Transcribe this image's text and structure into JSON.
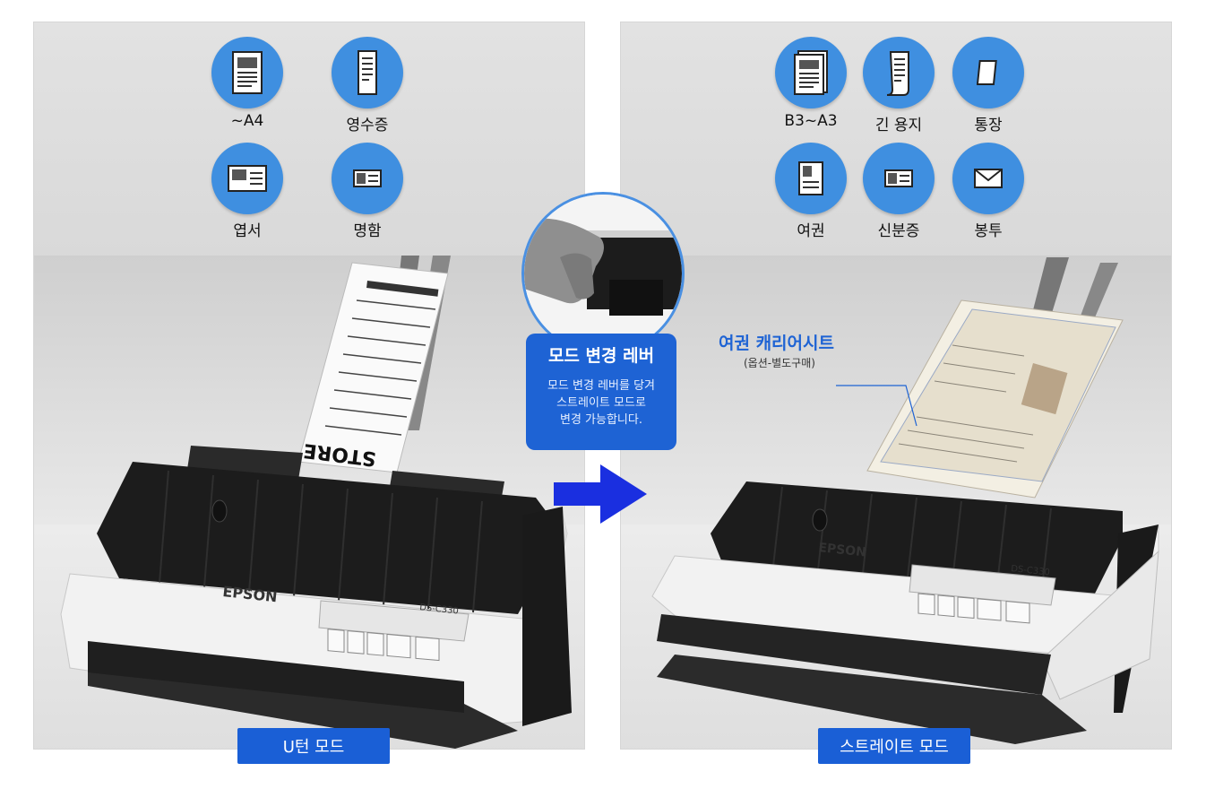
{
  "left_panel": {
    "icons": [
      {
        "label": "~A4",
        "icon": "a4-document-icon"
      },
      {
        "label": "영수증",
        "icon": "receipt-icon"
      },
      {
        "label": "엽서",
        "icon": "postcard-icon"
      },
      {
        "label": "명함",
        "icon": "business-card-icon"
      }
    ],
    "mode_label": "U턴 모드",
    "scanner_brand": "EPSON",
    "scanner_model": "DS-C330",
    "receipt_store": "STORE"
  },
  "right_panel": {
    "icons": [
      {
        "label": "B3~A3",
        "icon": "b3-a3-document-icon"
      },
      {
        "label": "긴 용지",
        "icon": "long-paper-icon"
      },
      {
        "label": "통장",
        "icon": "passbook-icon"
      },
      {
        "label": "여권",
        "icon": "passport-icon"
      },
      {
        "label": "신분증",
        "icon": "id-card-icon"
      },
      {
        "label": "봉투",
        "icon": "envelope-icon"
      }
    ],
    "mode_label": "스트레이트 모드",
    "scanner_brand": "EPSON",
    "scanner_model": "DS-C330",
    "carrier_title": "여권 캐리어시트",
    "carrier_sub": "(옵션-별도구매)"
  },
  "callout": {
    "title": "모드 변경 레버",
    "line1": "모드 변경 레버를 당겨",
    "line2": "스트레이트 모드로",
    "line3": "변경 가능합니다."
  },
  "colors": {
    "icon_blue": "#3f8fe0",
    "badge_blue": "#1a5fd6",
    "arrow_blue": "#1a2fe0"
  }
}
